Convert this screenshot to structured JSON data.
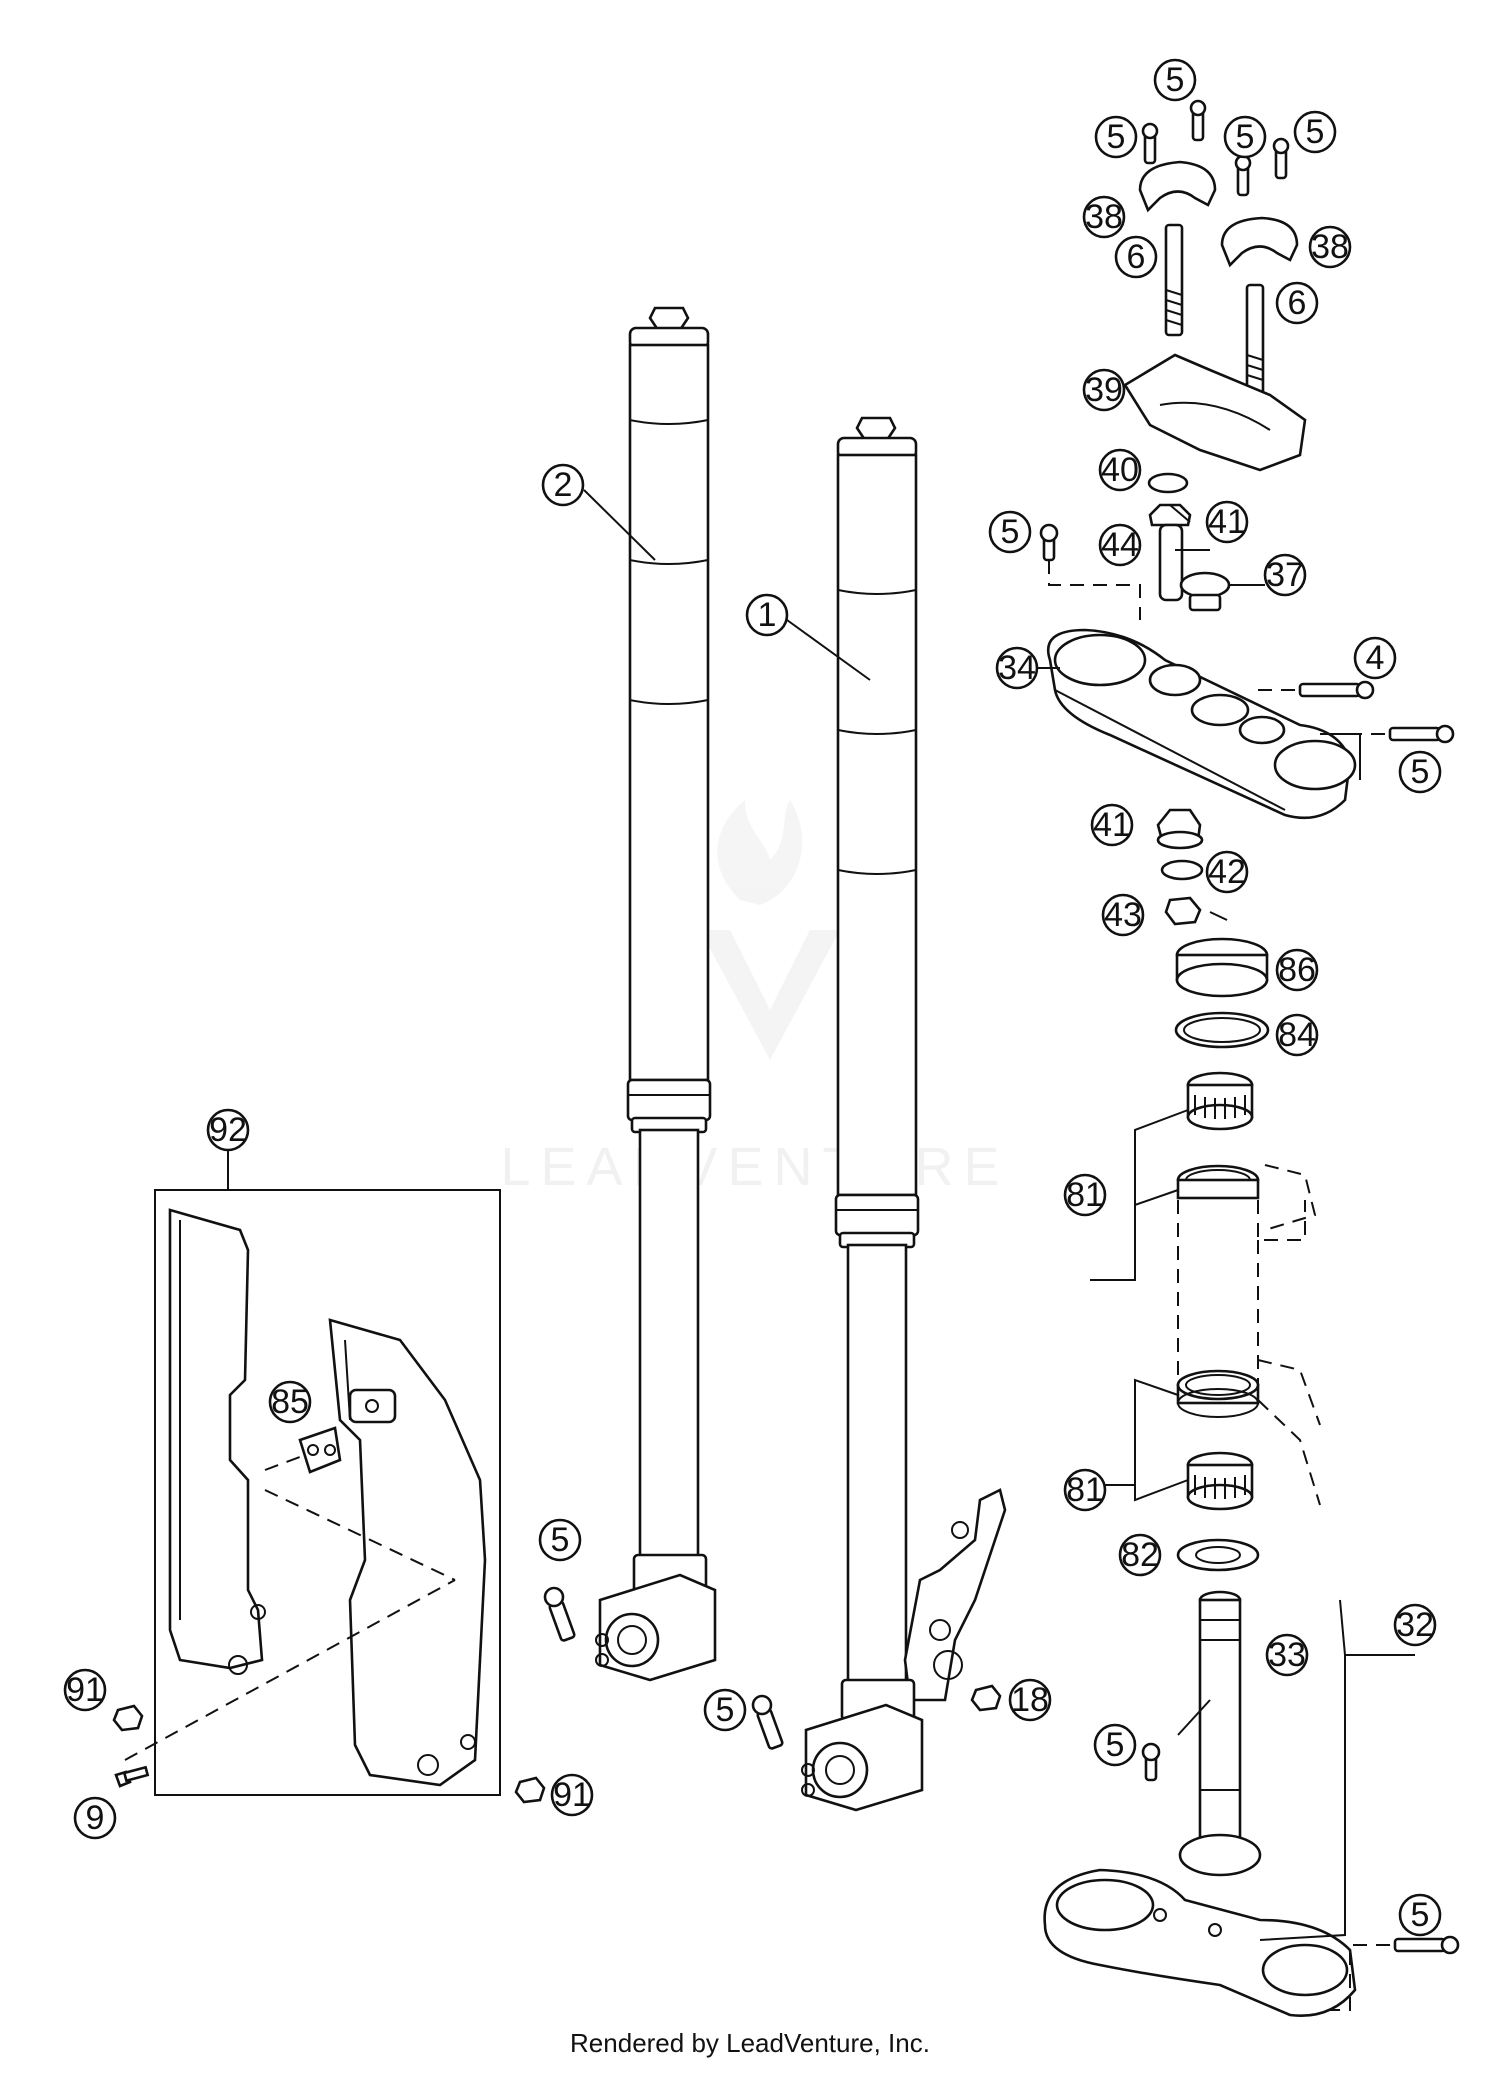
{
  "diagram": {
    "callouts": [
      {
        "id": "c5a",
        "label": "5"
      },
      {
        "id": "c5b",
        "label": "5"
      },
      {
        "id": "c5c",
        "label": "5"
      },
      {
        "id": "c5d",
        "label": "5"
      },
      {
        "id": "c38a",
        "label": "38"
      },
      {
        "id": "c38b",
        "label": "38"
      },
      {
        "id": "c6a",
        "label": "6"
      },
      {
        "id": "c6b",
        "label": "6"
      },
      {
        "id": "c39",
        "label": "39"
      },
      {
        "id": "c40",
        "label": "40"
      },
      {
        "id": "c41a",
        "label": "41"
      },
      {
        "id": "c5e",
        "label": "5"
      },
      {
        "id": "c44",
        "label": "44"
      },
      {
        "id": "c37",
        "label": "37"
      },
      {
        "id": "c34",
        "label": "34"
      },
      {
        "id": "c4",
        "label": "4"
      },
      {
        "id": "c5f",
        "label": "5"
      },
      {
        "id": "c41b",
        "label": "41"
      },
      {
        "id": "c42",
        "label": "42"
      },
      {
        "id": "c43",
        "label": "43"
      },
      {
        "id": "c86",
        "label": "86"
      },
      {
        "id": "c84",
        "label": "84"
      },
      {
        "id": "c81a",
        "label": "81"
      },
      {
        "id": "c81b",
        "label": "81"
      },
      {
        "id": "c82",
        "label": "82"
      },
      {
        "id": "c32",
        "label": "32"
      },
      {
        "id": "c33",
        "label": "33"
      },
      {
        "id": "c5g",
        "label": "5"
      },
      {
        "id": "c5h",
        "label": "5"
      },
      {
        "id": "c2",
        "label": "2"
      },
      {
        "id": "c1",
        "label": "1"
      },
      {
        "id": "c92",
        "label": "92"
      },
      {
        "id": "c85",
        "label": "85"
      },
      {
        "id": "c5i",
        "label": "5"
      },
      {
        "id": "c5j",
        "label": "5"
      },
      {
        "id": "c18",
        "label": "18"
      },
      {
        "id": "c91a",
        "label": "91"
      },
      {
        "id": "c9",
        "label": "9"
      },
      {
        "id": "c91b",
        "label": "91"
      }
    ]
  },
  "watermark": {
    "text": "LEADVENTURE"
  },
  "footer": {
    "text": "Rendered by LeadVenture, Inc."
  }
}
